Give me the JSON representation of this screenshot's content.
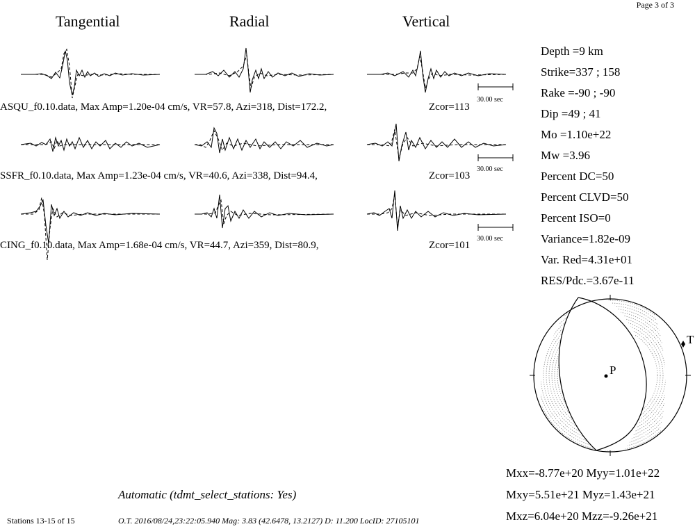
{
  "page_label": "Page 3 of 3",
  "columns": [
    "Tangential",
    "Radial",
    "Vertical"
  ],
  "stations": [
    {
      "line": "ASQU_f0.10.data,  Max Amp=1.20e-04 cm/s,  VR=57.8, Azi=318, Dist=172.2,",
      "zcor": "Zcor=113",
      "scale": "30.00 sec"
    },
    {
      "line": "SSFR_f0.10.data,  Max Amp=1.23e-04 cm/s,   VR=40.6, Azi=338, Dist=94.4,",
      "zcor": "Zcor=103",
      "scale": "30.00 sec"
    },
    {
      "line": "CING_f0.10.data,  Max Amp=1.68e-04 cm/s,   VR=44.7, Azi=359, Dist=80.9,",
      "zcor": "Zcor=101",
      "scale": "30.00 sec"
    }
  ],
  "params": [
    "Depth =9 km",
    "Strike=337 ; 158",
    "Rake  =-90 ; -90",
    "Dip   =49 ; 41",
    "Mo    =1.10e+22",
    "Mw    =3.96",
    "Percent DC=50",
    "Percent CLVD=50",
    "Percent ISO=0",
    "Variance=1.82e-09",
    "Var. Red=4.31e+01",
    "RES/Pdc.=3.67e-11"
  ],
  "beachball": {
    "p_label": "P",
    "t_label": "T"
  },
  "moment_tensor": [
    "Mxx=-8.77e+20 Myy=1.01e+22",
    "Mxy=5.51e+21 Myz=1.43e+21",
    "Mxz=6.04e+20 Mzz=-9.26e+21"
  ],
  "automatic_note": "Automatic (tdmt_select_stations: Yes)",
  "footer": {
    "stations_range": "Stations 13-15 of 15",
    "origin_info": "O.T. 2016/08/24,23:22:05.940  Mag: 3.83  (42.6478, 13.2127)  D: 11.200  LocID: 27105101"
  }
}
